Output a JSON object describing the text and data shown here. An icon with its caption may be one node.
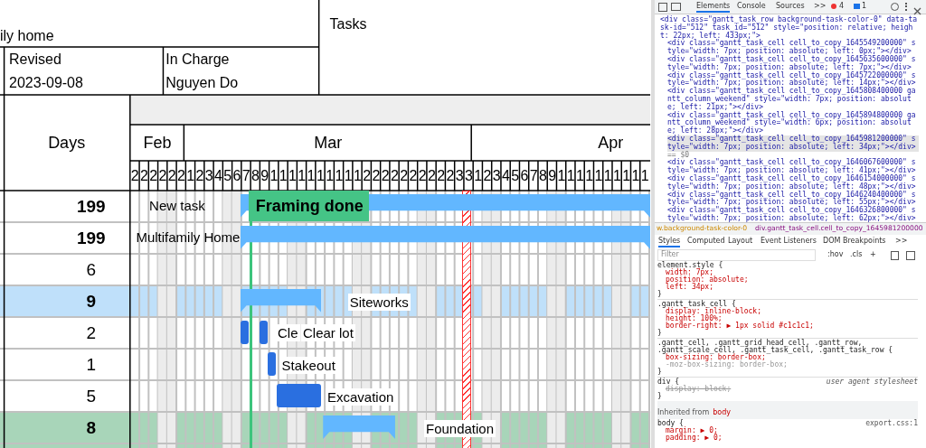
{
  "diagram": {
    "nodes": [
      {
        "text": [],
        "shape": "bar",
        "beside": [
          "New task"
        ]
      },
      {
        "text": [
          "Framing done"
        ]
      },
      {
        "text": [],
        "shape": "bar",
        "beside": [
          "Multifamily Home"
        ]
      },
      {
        "text": [],
        "shape": "bar",
        "beside": [
          "Siteworks"
        ]
      },
      {
        "text": [],
        "shape": "bar"
      },
      {
        "text": [],
        "shape": "bar"
      },
      {
        "text": [],
        "shape": "bar",
        "beside": [
          "Stakeout"
        ]
      },
      {
        "text": [],
        "shape": "bar",
        "beside": [
          "Excavation"
        ]
      },
      {
        "text": [],
        "shape": "bar",
        "beside": [
          "Foundation"
        ]
      }
    ],
    "edges": [],
    "labels": [
      "ily home",
      "Revised",
      "2023-09-08",
      "In Charge",
      "Nguyen Do",
      "Tasks",
      "Days",
      "Feb",
      "Mar",
      "Apr",
      "2",
      "2",
      "2",
      "2",
      "2",
      "2",
      "1",
      "2",
      "3",
      "4",
      "5",
      "6",
      "7",
      "8",
      "9",
      "1",
      "1",
      "1",
      "1",
      "1",
      "1",
      "1",
      "1",
      "1",
      "1",
      "2",
      "2",
      "2",
      "2",
      "2",
      "2",
      "2",
      "2",
      "2",
      "2",
      "3",
      "3",
      "1",
      "2",
      "3",
      "4",
      "5",
      "6",
      "7",
      "8",
      "9",
      "1",
      "1",
      "1",
      "1",
      "1",
      "1",
      "1",
      "1",
      "1",
      "1",
      "199",
      "199",
      "6",
      "9",
      "2",
      "1",
      "5",
      "8",
      "Elements",
      "Console",
      "Sources",
      ">>",
      "4",
      "1",
      "<div class=\"gantt_task_row background-task-color-0\" data-task-id=\"512\" task_id=\"512\" style=\"position: relative; height: 22px; left: 433px;\">",
      "<div class=\"gantt_task_cell cell_to_copy_1645549200000\" style=\"width: 7px; position: absolute; left: 0px;\"></div>",
      "<div class=\"gantt_task_cell cell_to_copy_1645635600000\" style=\"width: 7px; position: absolute; left: 7px;\"></div>",
      "<div class=\"gantt_task_cell cell_to_copy_1645722000000\" style=\"width: 7px; position: absolute; left: 14px;\"></div>",
      "<div class=\"gantt_task_cell cell_to_copy_1645808400000 gantt_column_weekend\" style=\"width: 7px; position: absolute; left: 21px;\"></div>",
      "<div class=\"gantt_task_cell cell_to_copy_1645894800000 gantt_column_weekend\" style=\"width: 6px; position: absolute; left: 28px;\"></div>",
      "<div class=\"gantt_task_cell cell_to_copy_1645981200000\" style=\"width: 7px; position: absolute; left: 34px;\"></div>",
      "<div class=\"gantt_task_cell cell_to_copy_1646067600000\" style=\"width: 7px; position: absolute; left: 41px;\"></div>",
      "<div class=\"gantt_task_cell cell_to_copy_1646154000000\" style=\"width: 7px; position: absolute; left: 48px;\"></div>",
      "<div class=\"gantt_task_cell cell_to_copy_1646240400000\" style=\"width: 7px; position: absolute; left: 55px;\"></div>",
      "<div class=\"gantt_task_cell cell_to_copy_1646326800000\" style=\"width: 7px; position: absolute; left: 62px;\"></div>",
      "== $0",
      "w.background-task-color-0",
      "div.gantt_task_cell.cell_to_copy_1645981200000",
      "Styles",
      "Computed",
      "Layout",
      "Event Listeners",
      "DOM Breakpoints",
      ">>",
      "Filter",
      ":hov",
      ".cls",
      "+",
      "element.style {",
      "width: 7px;",
      "position: absolute;",
      "left: 34px;",
      "}",
      ".gantt_task_cell {",
      "display: inline-block;",
      "height: 100%;",
      "border-right: ▶ 1px solid #c1c1c1;",
      "}",
      ".gantt_cell, .gantt_grid_head_cell, .gantt_row, .gantt_scale_cell, .gantt_task_cell, .gantt_task_row {",
      "box-sizing: border-box;",
      "-moz-box-sizing: border-box;",
      "}",
      "div {",
      "user agent stylesheet",
      "display: block;",
      "}",
      "Inherited from",
      "body",
      "body {",
      "export.css:1",
      "margin: ▶ 0;",
      "padding: ▶ 0;",
      "Cle",
      "Clear lot"
    ]
  }
}
